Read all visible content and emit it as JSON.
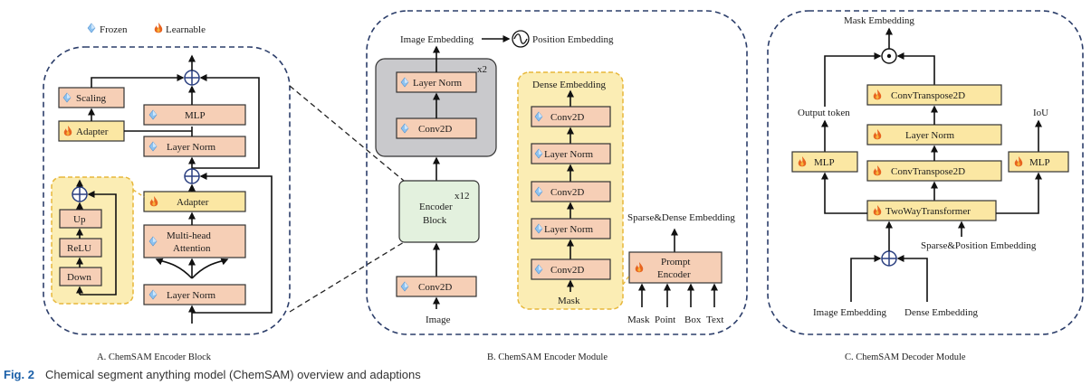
{
  "legend": {
    "frozen": "Frozen",
    "learnable": "Learnable"
  },
  "panel_a": {
    "caption": "A. ChemSAM Encoder Block",
    "scaling": "Scaling",
    "adapter_side": "Adapter",
    "mlp": "MLP",
    "layer_norm_top": "Layer Norm",
    "adapter_mid": "Adapter",
    "attention_line1": "Multi-head",
    "attention_line2": "Attention",
    "layer_norm_bottom": "Layer Norm",
    "up": "Up",
    "relu": "ReLU",
    "down": "Down"
  },
  "panel_b": {
    "caption": "B. ChemSAM Encoder Module",
    "image_embedding": "Image Embedding",
    "position_embedding": "Position Embedding",
    "layer_norm": "Layer Norm",
    "conv2d_top": "Conv2D",
    "x2": "x2",
    "encoder_line1": "Encoder",
    "encoder_line2": "Block",
    "x12": "x12",
    "conv2d_bottom": "Conv2D",
    "image": "Image",
    "dense_embedding": "Dense Embedding",
    "mask_stack": [
      "Conv2D",
      "Layer Norm",
      "Conv2D",
      "Layer Norm",
      "Conv2D"
    ],
    "mask": "Mask",
    "sparse_dense": "Sparse&Dense  Embedding",
    "prompt_line1": "Prompt",
    "prompt_line2": "Encoder",
    "inputs": [
      "Mask",
      "Point",
      "Box",
      "Text"
    ]
  },
  "panel_c": {
    "caption": "C. ChemSAM Decoder Module",
    "mask_embedding": "Mask Embedding",
    "output_token": "Output token",
    "iou": "IoU",
    "convt_top": "ConvTranspose2D",
    "layer_norm": "Layer Norm",
    "convt_bottom": "ConvTranspose2D",
    "mlp_left": "MLP",
    "mlp_right": "MLP",
    "twoway": "TwoWayTransformer",
    "sparse_position": "Sparse&Position Embedding",
    "image_embedding": "Image Embedding",
    "dense_embedding": "Dense Embedding"
  },
  "figure": {
    "label": "Fig. 2",
    "caption": "Chemical segment anything model (ChemSAM) overview and adaptions"
  },
  "colors": {
    "frozen_box": "#f6cfb6",
    "learnable_box": "#fbe7a3",
    "encoder_block": "#e3f1de",
    "stack_grey": "#c9c9cc",
    "panel_border": "#2c3e6a",
    "adapter_panel": "#fbedb4"
  }
}
